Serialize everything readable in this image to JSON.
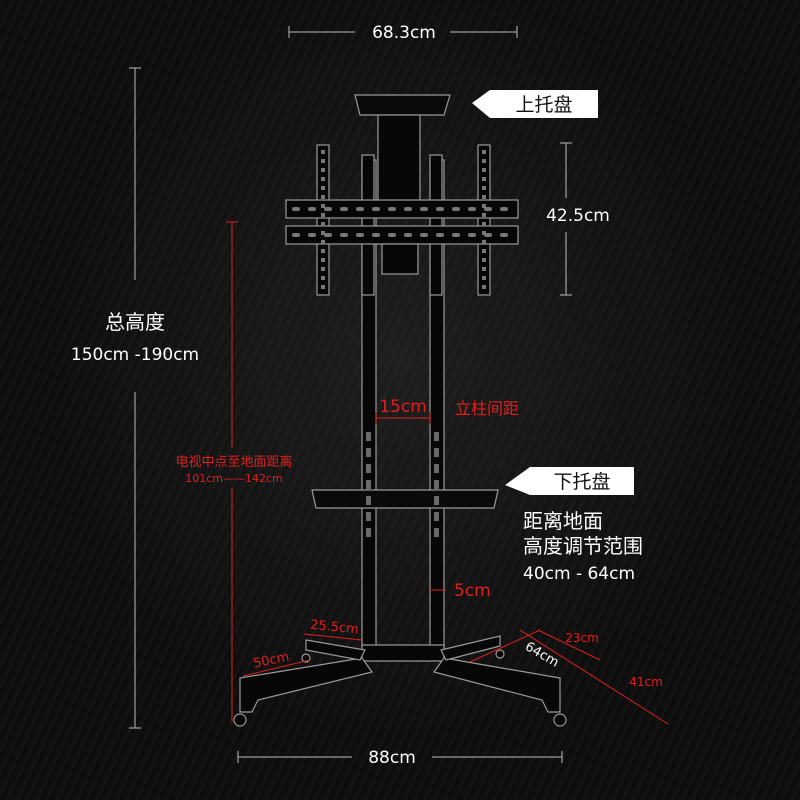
{
  "dimensions": {
    "width": "68.3cm",
    "panel_height": "42.5cm",
    "total_height_label": "总高度",
    "total_height_range": "150cm -190cm",
    "column_spacing": "15cm",
    "column_spacing_label": "立柱间距",
    "center_to_floor_label": "电视中点至地面距离",
    "center_to_floor_range": "101cm——142cm",
    "base_width": "88cm",
    "foot_length": "50cm",
    "foot_inner": "25.5cm",
    "tray_step": "5cm",
    "base_depth": "64cm",
    "leg_short": "23cm",
    "leg_long": "41cm"
  },
  "callouts": {
    "upper_tray": "上托盘",
    "lower_tray": "下托盘"
  },
  "lower_tray_info": {
    "line1": "距离地面",
    "line2": "高度调节范围",
    "range": "40cm - 64cm"
  },
  "colors": {
    "background": "#0c0c0c",
    "stand": "#050505",
    "outline": "#8a8a8a",
    "white_text": "#ffffff",
    "red_text": "#e0201c"
  }
}
